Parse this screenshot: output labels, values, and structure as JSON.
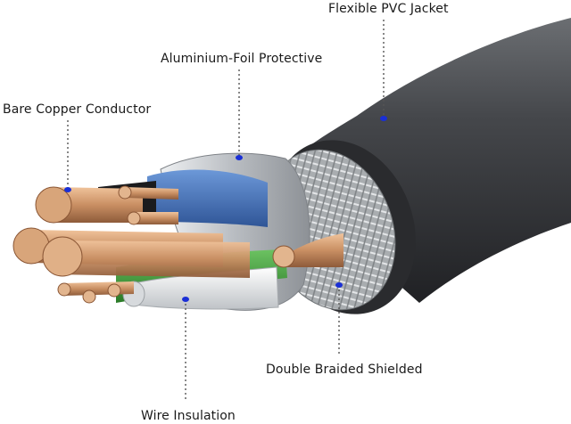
{
  "labels": {
    "jacket": "Flexible PVC Jacket",
    "foil": "Aluminium-Foil Protective",
    "copper": "Bare Copper Conductor",
    "braid": "Double Braided Shielded",
    "insulation": "Wire Insulation"
  },
  "colors": {
    "jacket": "#3b3d40",
    "foil": "#c9ccd0",
    "braid": "#b9bcbe",
    "copper": "#c98f63",
    "blue_pair": "#3f6fb8",
    "green_pair": "#3e9a3a",
    "white_wire": "#e6e8ea",
    "marker": "#1a2fd6",
    "leader": "#555555"
  }
}
